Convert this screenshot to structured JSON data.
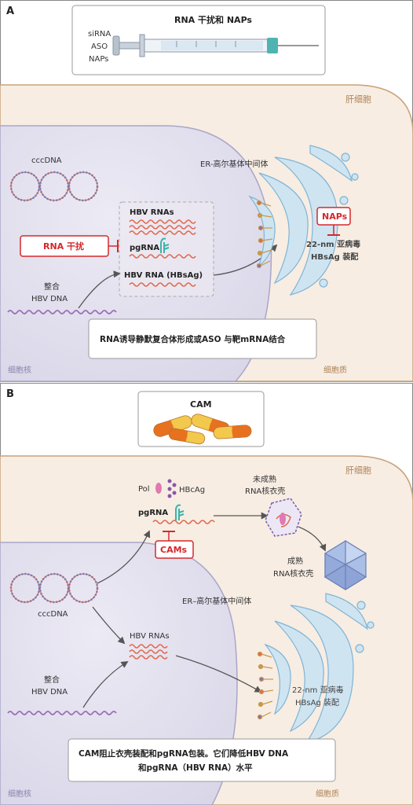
{
  "panel_a": {
    "letter": "A",
    "drug_box": {
      "title": "RNA 干扰和 NAPs",
      "items": [
        "siRNA",
        "ASO",
        "NAPs"
      ]
    },
    "hepatocyte_label": "肝细胞",
    "er_golgi_label": "ER-高尔基体中间体",
    "cccdna_label": "cccDNA",
    "rnas_box": {
      "hbv_rnas": "HBV RNAs",
      "pgrna": "pgRNA",
      "hbv_rna_hbsag": "HBV RNA (HBsAg)"
    },
    "inhibitor_label": "RNA 干扰",
    "integrated_label": [
      "整合",
      "HBV DNA"
    ],
    "naps_label": "NAPs",
    "assembly_label": [
      "22-nm 亚病毒",
      "HBsAg 装配"
    ],
    "nucleus_label": "细胞核",
    "cytoplasm_label": "细胞质",
    "mechanism_text": "RNA诱导静默复合体形成或ASO 与靶mRNA结合"
  },
  "panel_b": {
    "letter": "B",
    "drug_title": "CAM",
    "hepatocyte_label": "肝细胞",
    "pol_label": "Pol",
    "hbcag_label": "HBcAg",
    "pgrna_label": "pgRNA",
    "cams_label": "CAMs",
    "immature_label": [
      "未成熟",
      "RNA核衣壳"
    ],
    "mature_label": [
      "成熟",
      "RNA核衣壳"
    ],
    "er_golgi_label": "ER–高尔基体中间体",
    "cccdna_label": "cccDNA",
    "hbv_rnas_label": "HBV RNAs",
    "integrated_label": [
      "整合",
      "HBV DNA"
    ],
    "assembly_label": [
      "22-nm 亚病毒",
      "HBsAg 装配"
    ],
    "mechanism_text": [
      "CAM阻止衣壳装配和pgRNA包装。它们降低HBV DNA",
      "和pgRNA（HBV RNA）水平"
    ],
    "nucleus_label": "细胞核",
    "cytoplasm_label": "细胞质"
  },
  "colors": {
    "cell": "#f7ede3",
    "cell_border": "#c9a27a",
    "nucleus": "#e4e2ef",
    "nucleus_border": "#aaa6c9",
    "rna": "#e06a4f",
    "inhibitor": "#d6282b",
    "er": "#b7d6e8",
    "integrated_dna": "#9b6fb7"
  }
}
